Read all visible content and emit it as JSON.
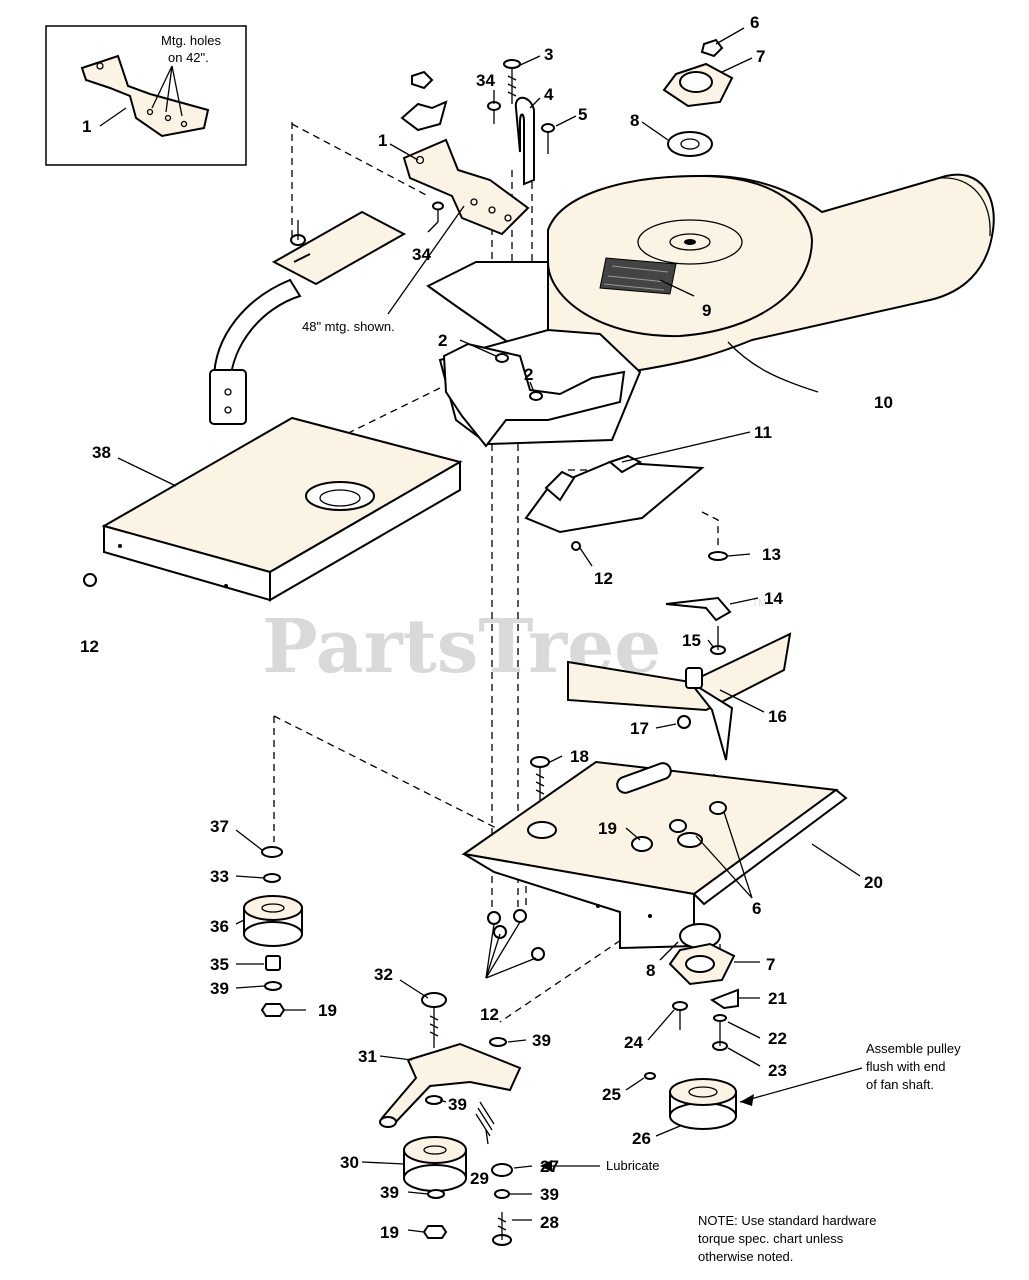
{
  "watermark": {
    "text": "PartsTree",
    "trademark": "TM"
  },
  "inset": {
    "note": "Mtg. holes",
    "note2": "on 42\".",
    "part_label": "1"
  },
  "annotations": {
    "mtg_shown": "48\" mtg. shown.",
    "assemble_line1": "Assemble pulley",
    "assemble_line2": "flush with end",
    "assemble_line3": "of fan shaft.",
    "lubricate": "Lubricate",
    "note_line1": "NOTE: Use standard hardware",
    "note_line2": "torque spec. chart unless",
    "note_line3": "otherwise noted."
  },
  "callouts": [
    "6",
    "7",
    "3",
    "34",
    "4",
    "5",
    "8",
    "1",
    "34",
    "9",
    "2",
    "2",
    "10",
    "38",
    "11",
    "12",
    "13",
    "14",
    "12",
    "15",
    "16",
    "17",
    "18",
    "37",
    "19",
    "20",
    "33",
    "6",
    "36",
    "35",
    "8",
    "7",
    "39",
    "19",
    "32",
    "12",
    "21",
    "39",
    "22",
    "31",
    "24",
    "23",
    "25",
    "39",
    "26",
    "30",
    "29",
    "27",
    "39",
    "39",
    "19",
    "28"
  ]
}
